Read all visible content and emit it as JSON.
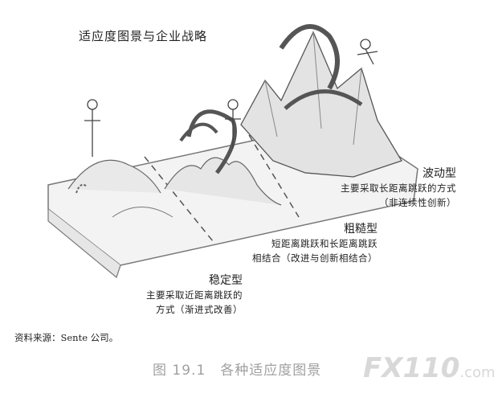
{
  "figure": {
    "title": "适应度图景与企业战略",
    "zones": [
      {
        "name": "波动型",
        "lines": [
          "主要采取长距离跳跃的方式",
          "（非连续性创新）"
        ]
      },
      {
        "name": "粗糙型",
        "lines": [
          "短距离跳跃和长距离跳跃",
          "相结合（改进与创新相结合）"
        ]
      },
      {
        "name": "稳定型",
        "lines": [
          "主要采取近距离跳跃的",
          "方式（渐进式改善）"
        ]
      }
    ],
    "source": "资料来源：Sente 公司。",
    "caption": "图 19.1　各种适应度图景"
  },
  "watermark": {
    "brand": "FX110",
    "suffix": ".com"
  }
}
